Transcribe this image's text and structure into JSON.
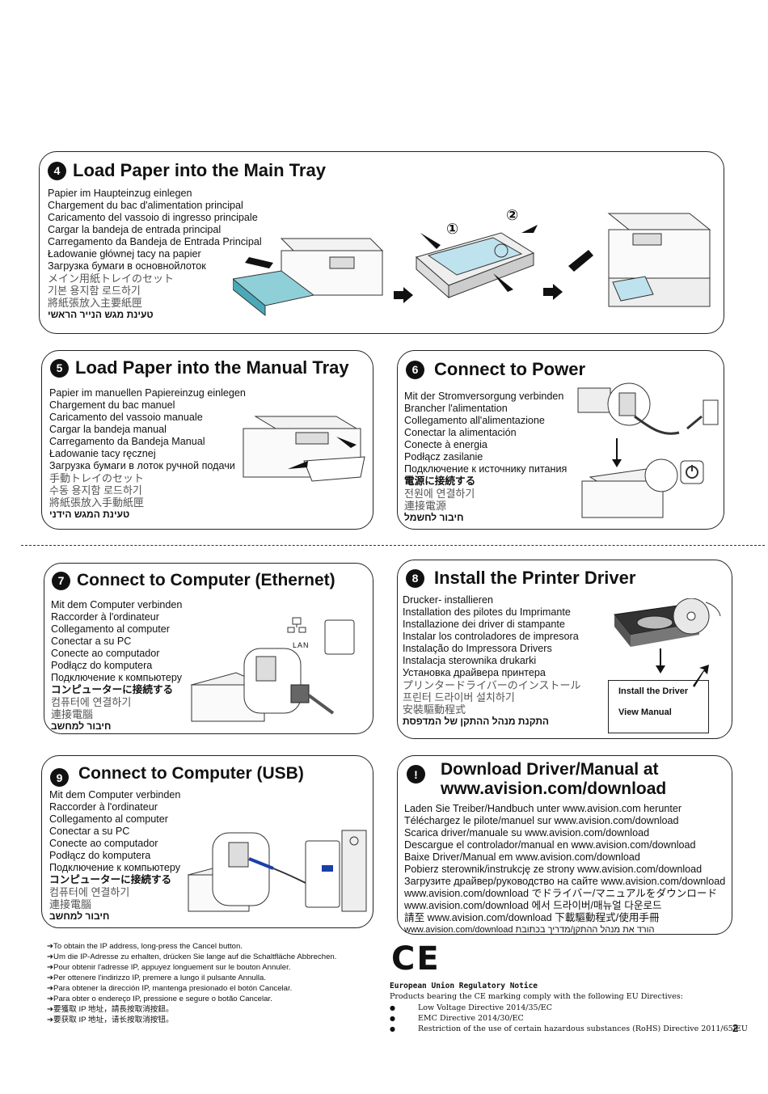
{
  "sections": {
    "s4": {
      "num": "4",
      "title": "Load Paper into the Main Tray",
      "lines": [
        "Papier im Haupteinzug einlegen",
        "Chargement du bac d'alimentation principal",
        "Caricamento del vassoio di ingresso principale",
        "Cargar la bandeja de entrada principal",
        "Carregamento da Bandeja de Entrada Principal",
        "Ładowanie głównej tacy na papier",
        "Загрузка бумаги в основнойлоток",
        "メイン用紙トレイのセット",
        "기본 용지함 로드하기",
        "將紙張放入主要紙匣",
        "טעינת מגש הנייר הראשי"
      ],
      "callout1": "①",
      "callout2": "②"
    },
    "s5": {
      "num": "5",
      "title": "Load Paper into the Manual Tray",
      "lines": [
        "Papier im manuellen Papiereinzug einlegen",
        "Chargement du bac manuel",
        "Caricamento del vassoio manuale",
        "Cargar la bandeja manual",
        "Carregamento da Bandeja Manual",
        "Ładowanie tacy ręcznej",
        "Загрузка бумаги в лоток ручной подачи",
        "手動トレイのセット",
        "수동 용지함 로드하기",
        "將紙張放入手動紙匣",
        "טעינת המגש הידני"
      ]
    },
    "s6": {
      "num": "6",
      "title": "Connect to Power",
      "lines": [
        "Mit der Stromversorgung verbinden",
        "Brancher l'alimentation",
        "Collegamento all'alimentazione",
        "Conectar la alimentación",
        "Conecte à energia",
        "Podłącz zasilanie",
        "Подключение к источнику питания",
        "電源に接続する",
        "전원에 연결하기",
        "連接電源",
        "חיבור לחשמל"
      ]
    },
    "s7": {
      "num": "7",
      "title": "Connect to Computer (Ethernet)",
      "lines": [
        "Mit dem Computer verbinden",
        "Raccorder à l'ordinateur",
        "Collegamento al computer",
        "Conectar a su PC",
        "Conecte ao computador",
        "Podłącz do komputera",
        "Подключение к компьютеру",
        "コンピューターに接続する",
        "컴퓨터에 연결하기",
        "連接電腦",
        "חיבור למחשב"
      ],
      "lan_label": "LAN"
    },
    "s8": {
      "num": "8",
      "title": "Install the Printer Driver",
      "lines": [
        "Drucker- installieren",
        "Installation des pilotes du Imprimante",
        "Installazione dei driver di stampante",
        "Instalar los controladores de impresora",
        "Instalação do Impressora Drivers",
        "Instalacja sterownika drukarki",
        "Установка драйвера принтера",
        "プリンタードライバーのインストール",
        "프린터 드라이버 설치하기",
        "安裝驅動程式",
        "התקנת מנהל ההתקן של המדפסת"
      ],
      "menu_install": "Install the Driver",
      "menu_manual": "View Manual"
    },
    "s9": {
      "num": "9",
      "title": "Connect to Computer (USB)",
      "lines": [
        "Mit dem Computer verbinden",
        "Raccorder à l'ordinateur",
        "Collegamento al computer",
        "Conectar a su PC",
        "Conecte ao computador",
        "Podłącz do komputera",
        "Подключение к компьютеру",
        "コンピューターに接続する",
        "컴퓨터에 연결하기",
        "連接電腦",
        "חיבור למחשב"
      ]
    },
    "s10": {
      "num": "!",
      "title1": "Download Driver/Manual at",
      "title2": "www.avision.com/download",
      "lines": [
        "Laden Sie Treiber/Handbuch unter www.avision.com herunter",
        "Téléchargez le pilote/manuel sur www.avision.com/download",
        "Scarica driver/manuale su www.avision.com/download",
        "Descargue el controlador/manual en www.avision.com/download",
        "Baixe Driver/Manual em www.avision.com/download",
        "Pobierz sterownik/instrukcję ze strony www.avision.com/download",
        "Загрузите драйвер/руководство на сайте www.avision.com/download",
        "www.avision.com/download でドライバー/マニュアルをダウンロード",
        "www.avision.com/download 에서 드라이버/매뉴얼 다운로드",
        "請至 www.avision.com/download 下載驅動程式/使用手冊",
        "www.avision.com/download הורד את מנהל ההתקן/מדריך בכתובת"
      ]
    }
  },
  "notes": [
    "To obtain the IP address, long-press the Cancel button.",
    "Um die IP-Adresse zu erhalten, drücken Sie lange auf die Schaltfläche Abbrechen.",
    "Pour obtenir l'adresse IP, appuyez longuement sur le bouton Annuler.",
    "Per ottenere l'indirizzo IP, premere a lungo il pulsante Annulla.",
    "Para obtener la dirección IP, mantenga presionado el botón Cancelar.",
    "Para obter o endereço IP, pressione e segure o botão Cancelar.",
    "要獲取 IP 地址，請長按取消按鈕。",
    "要获取 IP 地址，请长按取消按钮。"
  ],
  "ce_mark": "CE",
  "eu": {
    "heading": "European Union Regulatory Notice",
    "intro": "Products bearing the CE marking comply with the following EU Directives:",
    "items": [
      "Low Voltage Directive 2014/35/EC",
      "EMC Directive 2014/30/EC",
      "Restriction of the use of certain hazardous substances (RoHS) Directive 2011/65/EU"
    ]
  },
  "page_number": "2"
}
